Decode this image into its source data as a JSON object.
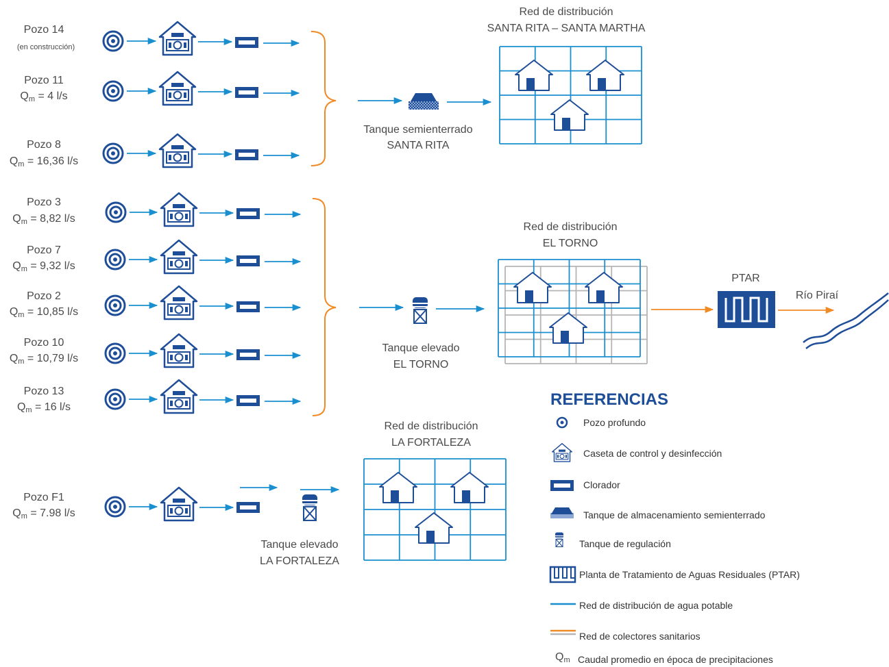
{
  "colors": {
    "blue_dark": "#1f4e99",
    "blue_flow": "#1a8fd0",
    "orange": "#f08a24",
    "gray": "#b5b5b5"
  },
  "wells": [
    {
      "name": "Pozo 14",
      "note": "(en construcción)",
      "flow": ""
    },
    {
      "name": "Pozo 11",
      "note": "",
      "flow": "4 l/s"
    },
    {
      "name": "Pozo 8",
      "note": "",
      "flow": "16,36 l/s"
    },
    {
      "name": "Pozo 3",
      "note": "",
      "flow": "8,82 l/s"
    },
    {
      "name": "Pozo 7",
      "note": "",
      "flow": "9,32 l/s"
    },
    {
      "name": "Pozo 2",
      "note": "",
      "flow": "10,85 l/s"
    },
    {
      "name": "Pozo 10",
      "note": "",
      "flow": "10,79 l/s"
    },
    {
      "name": "Pozo 13",
      "note": "",
      "flow": "16 l/s"
    },
    {
      "name": "Pozo F1",
      "note": "",
      "flow": "7.98 l/s"
    }
  ],
  "flow_prefix": "Q",
  "flow_sub": "m",
  "flow_eq": " = ",
  "tanks": {
    "santa_rita": [
      "Tanque semienterrado",
      "SANTA RITA"
    ],
    "el_torno": [
      "Tanque elevado",
      "EL TORNO"
    ],
    "la_fortaleza": [
      "Tanque elevado",
      "LA FORTALEZA"
    ]
  },
  "networks": {
    "santa_rita": [
      "Red de distribución",
      "SANTA RITA – SANTA MARTHA"
    ],
    "el_torno": [
      "Red de distribución",
      "EL TORNO"
    ],
    "la_fortaleza": [
      "Red de distribución",
      "LA FORTALEZA"
    ]
  },
  "ptar_label": "PTAR",
  "river_label": "Río Piraí",
  "legend": {
    "title": "REFERENCIAS",
    "items": [
      {
        "icon": "well-icon",
        "text": "Pozo profundo"
      },
      {
        "icon": "control-booth-icon",
        "text": "Caseta de control y desinfección"
      },
      {
        "icon": "chlorinator-icon",
        "text": "Clorador"
      },
      {
        "icon": "semi-buried-tank-icon",
        "text": "Tanque de almacenamiento semienterrado"
      },
      {
        "icon": "elevated-tank-icon",
        "text": "Tanque de regulación"
      },
      {
        "icon": "ptar-icon",
        "text": "Planta de Tratamiento de Aguas Residuales (PTAR)"
      },
      {
        "icon": "water-line-icon",
        "text": "Red de distribución de agua potable"
      },
      {
        "icon": "sewer-line-icon",
        "text": "Red de colectores sanitarios"
      },
      {
        "icon": "qm-symbol",
        "text": "Caudal promedio en época de precipitaciones"
      }
    ]
  }
}
